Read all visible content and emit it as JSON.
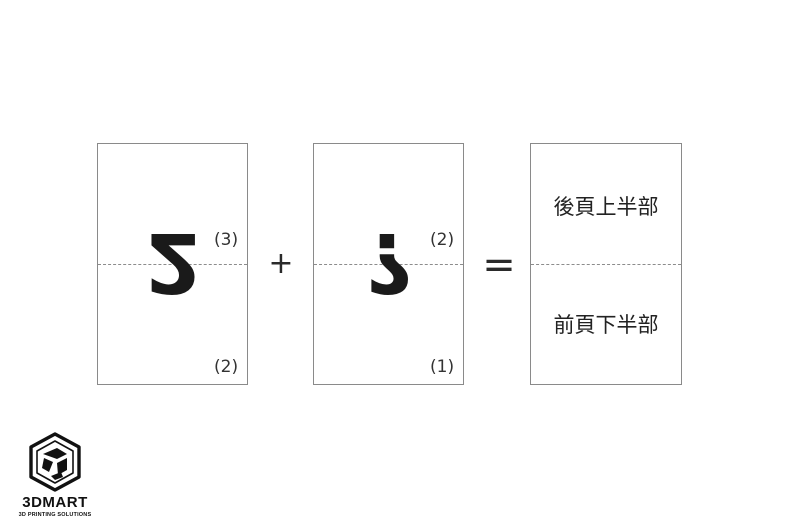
{
  "cards": [
    {
      "glyph": "2",
      "top_label": "(3)",
      "bottom_label": "(2)"
    },
    {
      "glyph": "?",
      "top_label": "(2)",
      "bottom_label": "(1)"
    },
    {
      "top_text": "後頁上半部",
      "bottom_text": "前頁下半部"
    }
  ],
  "operators": {
    "plus": "+",
    "equals": "="
  },
  "logo": {
    "icon": "hexagon-3d-icon",
    "title": "3DMART",
    "subtitle": "3D PRINTING SOLUTIONS"
  }
}
